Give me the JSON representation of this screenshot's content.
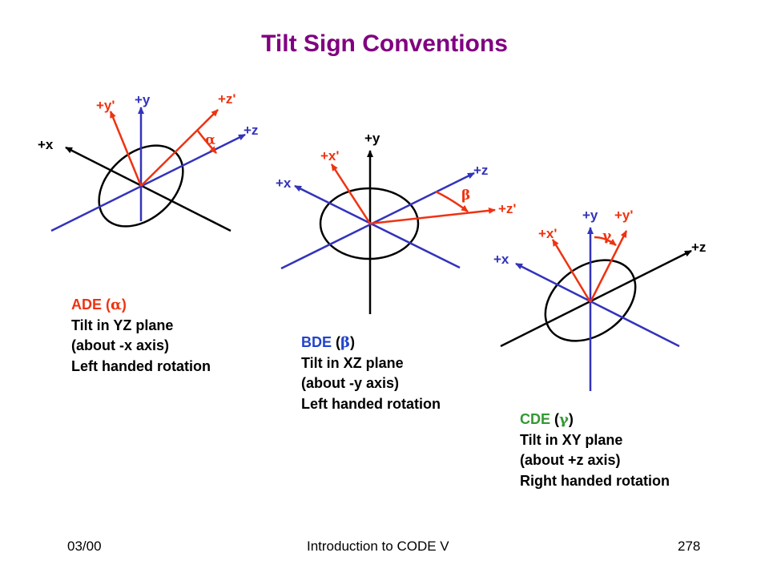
{
  "title": "Tilt Sign Conventions",
  "colors": {
    "title": "#800080",
    "axis_black": "#000000",
    "axis_blue": "#3333bb",
    "rotated_red": "#ee3311",
    "ade": "#ee3311",
    "bde": "#2244cc",
    "cde": "#339933"
  },
  "diagrams": {
    "ade": {
      "labels": {
        "x": "+x",
        "y": "+y",
        "z": "+z",
        "y_prime": "+y'",
        "z_prime": "+z'",
        "angle": "α"
      },
      "description": {
        "code": "ADE",
        "symbol": "α",
        "line1": "Tilt in YZ plane",
        "line2": "(about -x axis)",
        "line3": "Left handed rotation"
      }
    },
    "bde": {
      "labels": {
        "x": "+x",
        "y": "+y",
        "z": "+z",
        "x_prime": "+x'",
        "z_prime": "+z'",
        "angle": "β"
      },
      "description": {
        "code": "BDE",
        "symbol": "β",
        "line1": "Tilt in XZ plane",
        "line2": "(about -y axis)",
        "line3": "Left handed rotation"
      }
    },
    "cde": {
      "labels": {
        "x": "+x",
        "y": "+y",
        "z": "+z",
        "x_prime": "+x'",
        "y_prime": "+y'",
        "angle": "γ"
      },
      "description": {
        "code": "CDE",
        "symbol": "γ",
        "line1": "Tilt in XY plane",
        "line2": "(about +z axis)",
        "line3": "Right handed rotation"
      }
    }
  },
  "footer": {
    "date": "03/00",
    "course": "Introduction to CODE V",
    "page": "278"
  }
}
